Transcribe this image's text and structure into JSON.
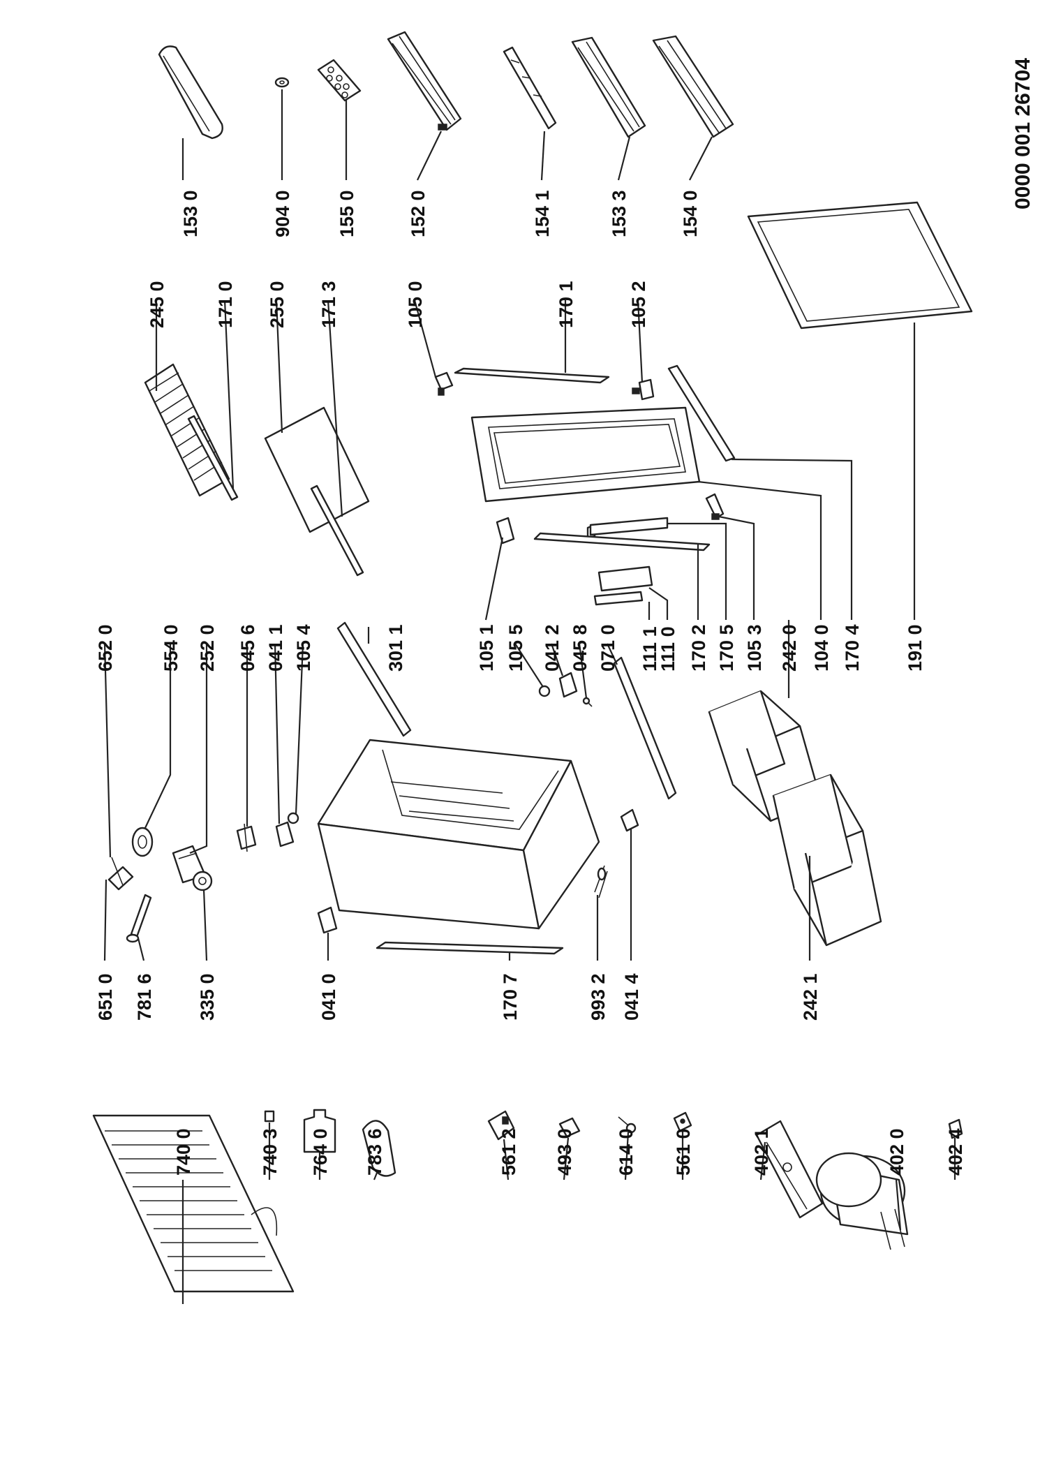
{
  "document_number": "0000 001 26704",
  "callouts": [
    {
      "id": "1530",
      "label": "153 0"
    },
    {
      "id": "9040",
      "label": "904 0"
    },
    {
      "id": "1550",
      "label": "155 0"
    },
    {
      "id": "1520",
      "label": "152 0"
    },
    {
      "id": "1541",
      "label": "154 1"
    },
    {
      "id": "1533",
      "label": "153 3"
    },
    {
      "id": "1540",
      "label": "154 0"
    },
    {
      "id": "2450",
      "label": "245 0"
    },
    {
      "id": "1710",
      "label": "171 0"
    },
    {
      "id": "2550",
      "label": "255 0"
    },
    {
      "id": "1713",
      "label": "171 3"
    },
    {
      "id": "1050",
      "label": "105 0"
    },
    {
      "id": "1701",
      "label": "170 1"
    },
    {
      "id": "1052",
      "label": "105 2"
    },
    {
      "id": "6520",
      "label": "652 0"
    },
    {
      "id": "5540",
      "label": "554 0"
    },
    {
      "id": "2520",
      "label": "252 0"
    },
    {
      "id": "0456",
      "label": "045 6"
    },
    {
      "id": "0411",
      "label": "041 1"
    },
    {
      "id": "1054",
      "label": "105 4"
    },
    {
      "id": "3011",
      "label": "301 1"
    },
    {
      "id": "1051",
      "label": "105 1"
    },
    {
      "id": "1055",
      "label": "105 5"
    },
    {
      "id": "0412",
      "label": "041 2"
    },
    {
      "id": "0458",
      "label": "045 8"
    },
    {
      "id": "0710",
      "label": "071 0"
    },
    {
      "id": "1111",
      "label": "111 1"
    },
    {
      "id": "1110",
      "label": "111 0"
    },
    {
      "id": "1702",
      "label": "170 2"
    },
    {
      "id": "1705",
      "label": "170 5"
    },
    {
      "id": "1053",
      "label": "105 3"
    },
    {
      "id": "2420",
      "label": "242 0"
    },
    {
      "id": "1040",
      "label": "104 0"
    },
    {
      "id": "1704",
      "label": "170 4"
    },
    {
      "id": "1910",
      "label": "191 0"
    },
    {
      "id": "6510",
      "label": "651 0"
    },
    {
      "id": "7816",
      "label": "781 6"
    },
    {
      "id": "3350",
      "label": "335 0"
    },
    {
      "id": "0410",
      "label": "041 0"
    },
    {
      "id": "1707",
      "label": "170 7"
    },
    {
      "id": "9932",
      "label": "993 2"
    },
    {
      "id": "0414",
      "label": "041 4"
    },
    {
      "id": "2421",
      "label": "242 1"
    },
    {
      "id": "7400",
      "label": "740 0"
    },
    {
      "id": "7403",
      "label": "740 3"
    },
    {
      "id": "7640",
      "label": "764 0"
    },
    {
      "id": "7836",
      "label": "783 6"
    },
    {
      "id": "5612",
      "label": "561 2"
    },
    {
      "id": "4930",
      "label": "493 0"
    },
    {
      "id": "6140",
      "label": "614 0"
    },
    {
      "id": "5610",
      "label": "561 0"
    },
    {
      "id": "4021",
      "label": "402 1"
    },
    {
      "id": "4020",
      "label": "402 0"
    },
    {
      "id": "4024",
      "label": "402 4"
    }
  ]
}
